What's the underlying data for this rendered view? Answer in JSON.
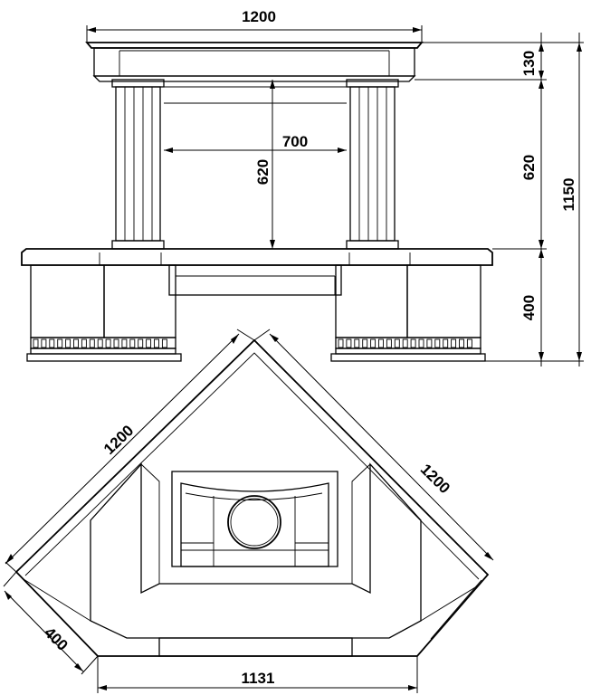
{
  "drawing": {
    "front_view": {
      "total_width": "1200",
      "mantel_height": "130",
      "column_height": "620",
      "inner_height": "620",
      "opening_width": "700",
      "total_height": "1150",
      "base_height": "400"
    },
    "plan_view": {
      "left_side": "1200",
      "right_side": "1200",
      "depth": "400",
      "front_width": "1131"
    }
  }
}
